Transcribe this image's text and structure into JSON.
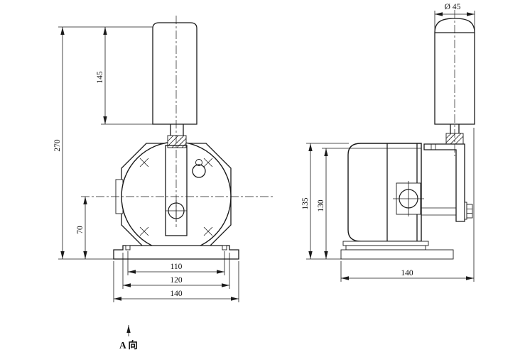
{
  "drawing": {
    "ink_color": "#1a1a1a",
    "front": {
      "total_height": "270",
      "roller_height": "145",
      "axis_height": "70",
      "holes_span": "110",
      "slots_span": "120",
      "base_width": "140",
      "view_label": "A 向"
    },
    "side": {
      "roller_diameter": "Ø 45",
      "body_height": "135",
      "cover_height": "130",
      "base_depth": "140"
    }
  }
}
